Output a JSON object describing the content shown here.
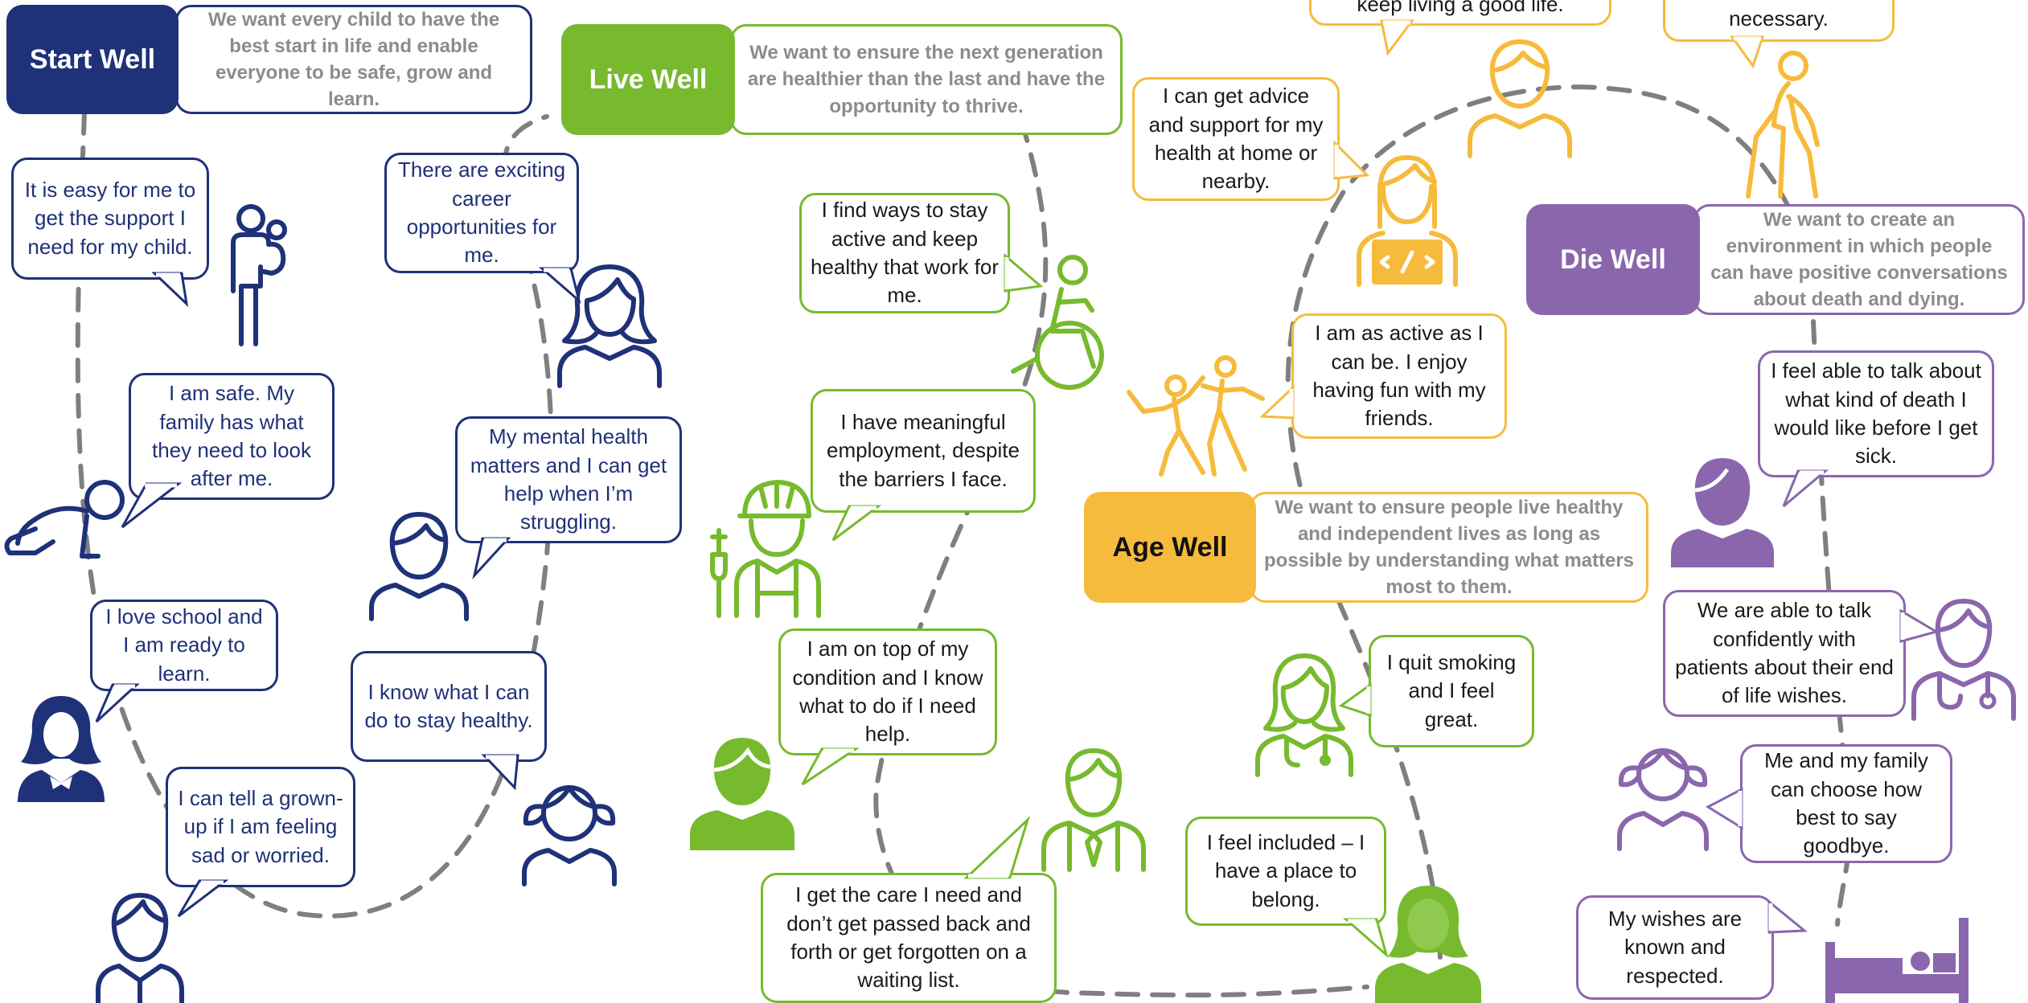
{
  "colors": {
    "start": "#1f3178",
    "live": "#77ba2e",
    "age": "#f6bb3c",
    "die": "#8a67ad",
    "path": "#7f7f7f",
    "desc_text": "#8c8c8c"
  },
  "stages": {
    "start": {
      "label": "Start Well",
      "desc": "We want every child to have the best start in life and enable everyone to be safe, grow and learn."
    },
    "live": {
      "label": "Live Well",
      "desc": "We want to ensure the next generation are healthier than the last and have the opportunity to thrive."
    },
    "age": {
      "label": "Age Well",
      "desc": "We want to ensure people live healthy and independent lives as long as possible by understanding what matters most to them."
    },
    "die": {
      "label": "Die Well",
      "desc": "We want to create an environment in which people can have positive conversations about death and dying."
    }
  },
  "bubbles": {
    "b01": "It is easy for me to get the support I need for my child.",
    "b02": "I am safe. My family has what they need to look after me.",
    "b03": "I love school and I am ready to learn.",
    "b04": "I can tell a grown-up if I am feeling sad or worried.",
    "b05": "There are exciting career opportunities for me.",
    "b06": "My mental health matters and I can get help when I’m struggling.",
    "b07": "I know what I can do to stay healthy.",
    "b08": "I find ways to stay active and keep healthy that work for me.",
    "b09": "I have meaningful employment, despite the barriers I face.",
    "b10": "I am on top of my condition and I know what to do if I need help.",
    "b11": "I get the care I need and don’t get passed back and forth or get forgotten on a waiting list.",
    "b12": "keep living a good life.",
    "b13": "necessary.",
    "b14": "I can get advice and support for my health at home or nearby.",
    "b15": "I am as active as I can be. I enjoy having fun with my friends.",
    "b16": "I quit smoking and I feel great.",
    "b17": "I feel included – I have a place to belong.",
    "b18": "I feel able to talk about what kind of death I would like before I get sick.",
    "b19": "We are able to talk confidently with patients about their end of life wishes.",
    "b20": "Me and my family can choose how best to say goodbye.",
    "b21": "My wishes are known and respected."
  },
  "icons": [
    "parent-with-child-icon",
    "crawling-baby-icon",
    "schoolgirl-icon",
    "young-boy-icon",
    "young-woman-icon",
    "young-man-icon",
    "girl-with-pigtails-icon",
    "wheelchair-user-icon",
    "engineer-icon",
    "man-icon",
    "businessman-icon",
    "elderly-man-icon",
    "older-person-walking-stick-icon",
    "programmer-icon",
    "dancing-children-icon",
    "nurse-icon",
    "woman-icon",
    "man-profile-icon",
    "doctor-icon",
    "girl-icon",
    "bed-icon"
  ]
}
